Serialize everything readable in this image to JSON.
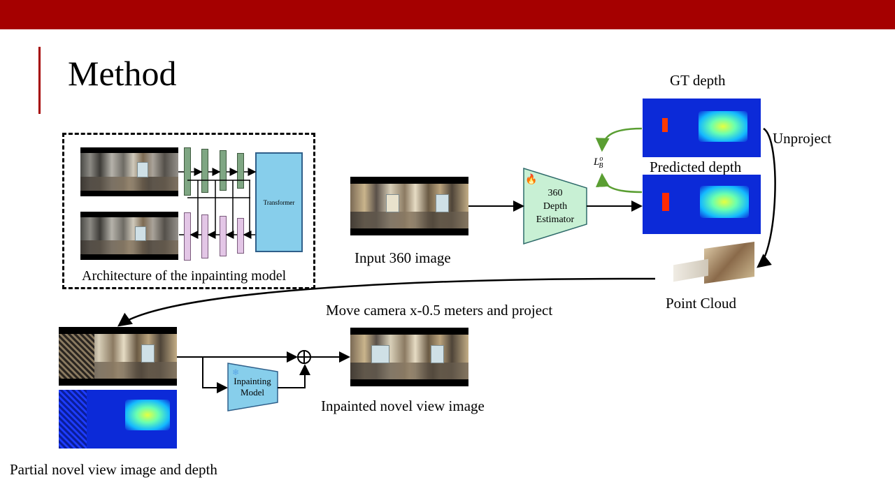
{
  "slide": {
    "title": "Method"
  },
  "labels": {
    "gt_depth": "GT depth",
    "predicted_depth": "Predicted depth",
    "unproject": "Unproject",
    "input_360": "Input 360 image",
    "point_cloud": "Point Cloud",
    "architecture": "Architecture of the inpainting model",
    "move_camera": "Move camera x-0.5 meters and project",
    "inpainted": "Inpainted novel view image",
    "partial": "Partial novel view image and depth"
  },
  "modules": {
    "transformer": "Transformer",
    "depth_estimator_line1": "360",
    "depth_estimator_line2": "Depth",
    "depth_estimator_line3": "Estimator",
    "inpainting_line1": "Inpainting",
    "inpainting_line2": "Model"
  },
  "loss": {
    "base": "L",
    "sup": "o",
    "sub": "B"
  },
  "icons": {
    "trainable": "fire-icon",
    "frozen": "snowflake-icon",
    "combine": "circle-plus-icon"
  },
  "colors": {
    "accent": "#a50000",
    "encoder": "#7fa683",
    "decoder": "#e3c6e6",
    "module_fill": "#87ceeb",
    "estimator_fill": "#c8f0d4",
    "loss_arrow": "#5a9e32"
  }
}
